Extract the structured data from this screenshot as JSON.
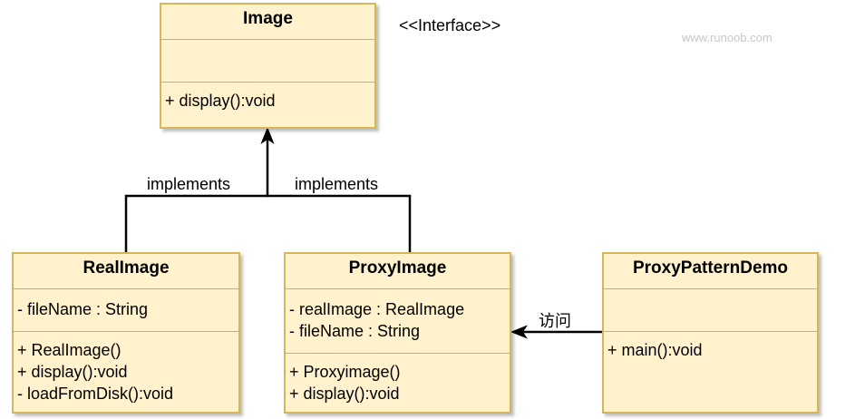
{
  "watermark": "www.runoob.com",
  "stereotype": "<<Interface>>",
  "classes": {
    "image": {
      "name": "Image",
      "attributes": [],
      "methods": [
        "+ display():void"
      ]
    },
    "real_image": {
      "name": "RealImage",
      "attributes": [
        "- fileName : String"
      ],
      "methods": [
        "+ RealImage()",
        "+ display():void",
        "- loadFromDisk():void"
      ]
    },
    "proxy_image": {
      "name": "ProxyImage",
      "attributes": [
        "- realImage : RealImage",
        "- fileName : String"
      ],
      "methods": [
        "+ Proxyimage()",
        "+ display():void"
      ]
    },
    "demo": {
      "name": "ProxyPatternDemo",
      "attributes": [],
      "methods": [
        "+ main():void"
      ]
    }
  },
  "relations": {
    "real_implements": "implements",
    "proxy_implements": "implements",
    "demo_access": "访问"
  },
  "colors": {
    "class_fill": "#fff2cc",
    "class_border": "#d6b656",
    "line": "#000000"
  }
}
